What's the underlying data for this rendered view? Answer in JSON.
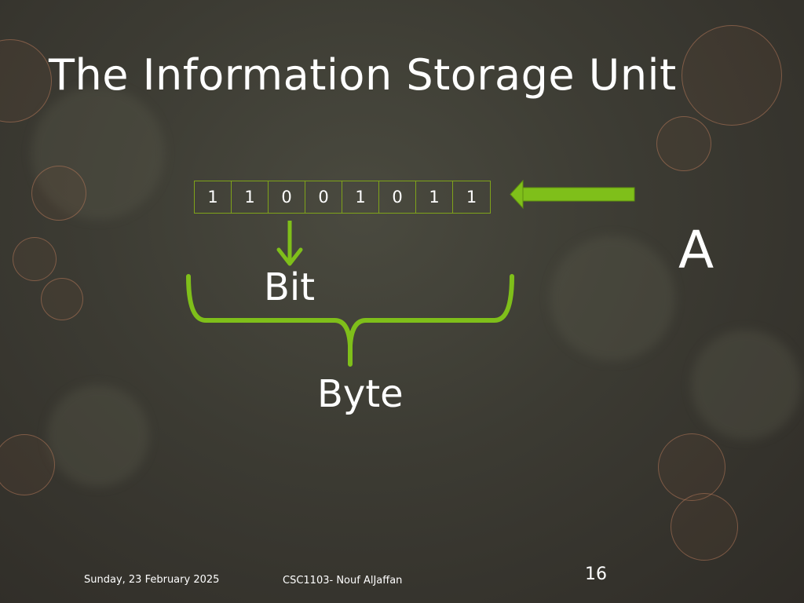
{
  "slide": {
    "title": "The Information Storage Unit",
    "bits": [
      "1",
      "1",
      "0",
      "0",
      "1",
      "0",
      "1",
      "1"
    ],
    "bit_label": "Bit",
    "byte_label": "Byte",
    "character": "A",
    "accent_color": "#7fbf1a",
    "footer": {
      "date": "Sunday, 23 February 2025",
      "course": "CSC1103- Nouf AlJaffan",
      "slide_number": "16"
    }
  }
}
